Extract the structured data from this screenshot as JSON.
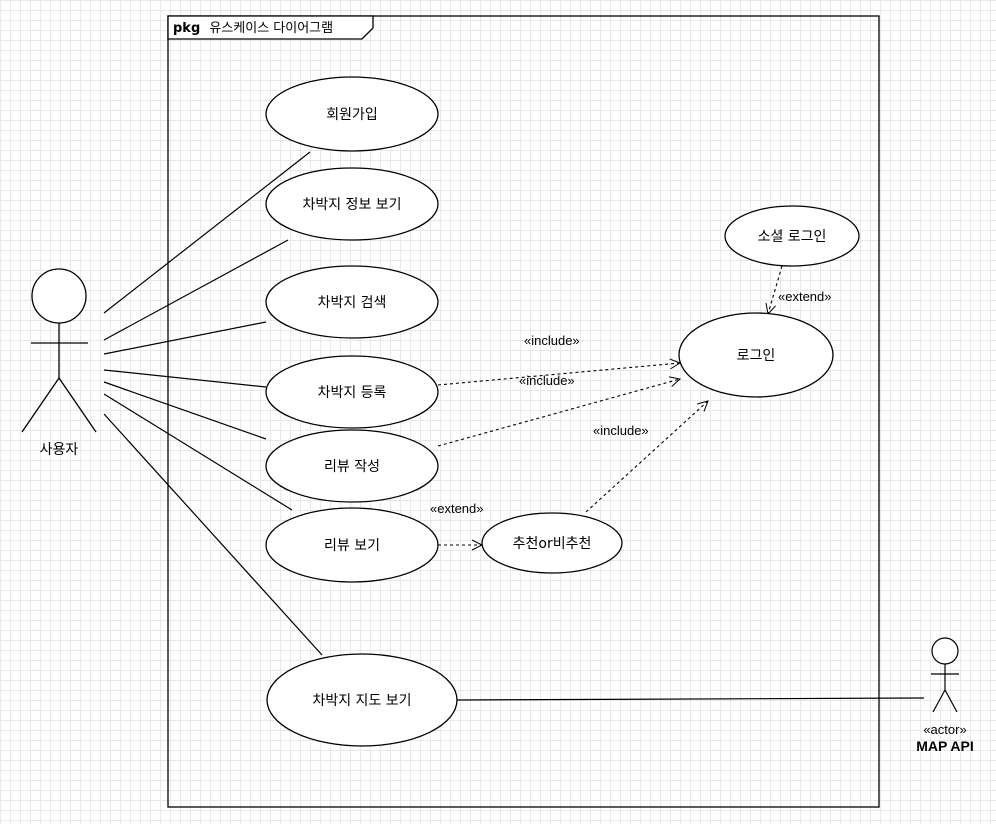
{
  "package": {
    "keyword": "pkg",
    "name": "유스케이스 다이어그램"
  },
  "actors": {
    "user": {
      "name": "사용자"
    },
    "map_api": {
      "stereotype": "«actor»",
      "name": "MAP API"
    }
  },
  "use_cases": {
    "signup": "회원가입",
    "spot_info": "차박지 정보 보기",
    "spot_search": "차박지 검색",
    "spot_register": "차박지 등록",
    "review_write": "리뷰 작성",
    "review_view": "리뷰 보기",
    "recommend": "추천or비추천",
    "spot_map": "차박지 지도 보기",
    "login": "로그인",
    "social_login": "소셜 로그인"
  },
  "relation_labels": {
    "include_register": "«include»",
    "include_review": "«include»",
    "include_recommend": "«include»",
    "extend_recommend": "«extend»",
    "extend_social": "«extend»"
  }
}
